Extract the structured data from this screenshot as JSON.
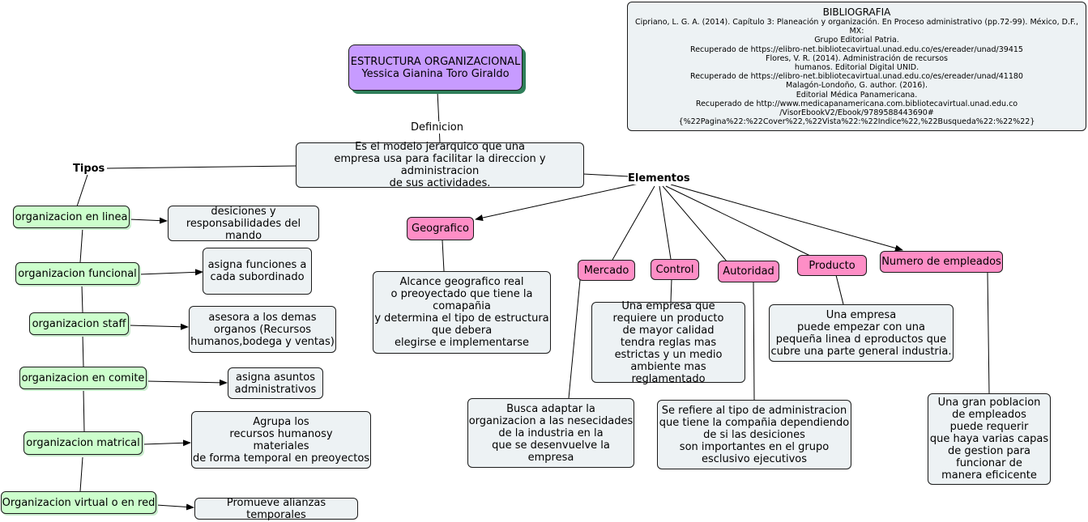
{
  "title": "ESTRUCTURA ORGANIZACIONAL\nYessica Gianina Toro Giraldo",
  "definicion_label": "Definicion",
  "definition": "Es el modelo jerarquico que una\nempresa usa para facilitar la direccion y administracion\nde sus actividades.",
  "tipos_label": "Tipos",
  "elementos_label": "Elementos",
  "tipos": [
    {
      "name": "organizacion en linea",
      "desc": "desiciones y\nresponsabilidades del mando"
    },
    {
      "name": "organizacion funcional",
      "desc": "asigna funciones a\ncada subordinado"
    },
    {
      "name": "organizacion staff",
      "desc": "asesora a los demas\norganos (Recursos\nhumanos,bodega y ventas)"
    },
    {
      "name": "organizacion en comite",
      "desc": "asigna asuntos\nadministrativos"
    },
    {
      "name": "organizacion matrical",
      "desc": "Agrupa los\nrecursos humanosy\nmateriales\nde forma temporal en preoyectos"
    },
    {
      "name": "Organizacion virtual o en red",
      "desc": "Promueve alianzas temporales"
    }
  ],
  "elementos": [
    {
      "name": "Geografico",
      "desc": "Alcance geografico real\no preoyectado que tiene la\ncomapañia\ny determina el tipo de estructura\nque debera\nelegirse e implementarse"
    },
    {
      "name": "Mercado",
      "desc": "Busca adaptar la\norganizacion a las nesecidades\nde la industria en la\nque se desenvuelve la\nempresa"
    },
    {
      "name": "Control",
      "desc": "Una empresa que\nrequiere un producto\nde mayor calidad\ntendra reglas mas\nestrictas y un medio\nambiente mas reglamentado"
    },
    {
      "name": "Autoridad",
      "desc": "Se refiere al tipo de  administracion\nque tiene la compañia dependiendo\nde si las  desiciones\nson importantes en el grupo\nesclusivo ejecutivos"
    },
    {
      "name": "Producto",
      "desc": "Una empresa\npuede empezar con una\npequeña linea d eproductos que\ncubre una parte general industria."
    },
    {
      "name": "Numero de empleados",
      "desc": "Una gran poblacion\nde empleados\npuede requerir\nque haya varias capas\nde gestion para\nfuncionar de\nmanera eficicente"
    }
  ],
  "bibliografia": {
    "title": "BIBLIOGRAFIA",
    "text": "Cipriano, L. G. A. (2014). Capítulo 3: Planeación y organización. En Proceso administrativo (pp.72-99). México, D.F., MX:\nGrupo Editorial Patria.\nRecuperado de https://elibro-net.bibliotecavirtual.unad.edu.co/es/ereader/unad/39415\nFlores, V. R. (2014). Administración de recursos\nhumanos. Editorial Digital UNID.\nRecuperado de https://elibro-net.bibliotecavirtual.unad.edu.co/es/ereader/unad/41180\nMalagón-Londoño, G. author. (2016).\nEditorial Médica Panamericana.\nRecuperado de http://www.medicapanamericana.com.bibliotecavirtual.unad.edu.co\n/VisorEbookV2/Ebook/9789588443690#\n{%22Pagina%22:%22Cover%22,%22Vista%22:%22Indice%22,%22Busqueda%22:%22%22}"
  }
}
